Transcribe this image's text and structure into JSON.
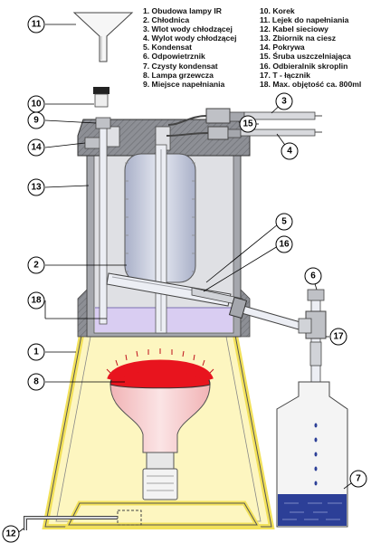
{
  "legend": [
    {
      "num": "1",
      "text": "1. Obudowa lampy IR"
    },
    {
      "num": "2",
      "text": "2. Chłodnica"
    },
    {
      "num": "3",
      "text": "3. Wlot wody chłodzącej"
    },
    {
      "num": "4",
      "text": "4. Wylot wody chłodzącej"
    },
    {
      "num": "5",
      "text": "5. Kondensat"
    },
    {
      "num": "6",
      "text": "6. Odpowietrznik"
    },
    {
      "num": "7",
      "text": "7. Czysty kondensat"
    },
    {
      "num": "8",
      "text": "8. Lampa grzewcza"
    },
    {
      "num": "9",
      "text": "9. Miejsce napełniania"
    },
    {
      "num": "10",
      "text": "10. Korek"
    },
    {
      "num": "11",
      "text": "11. Lejek do napełniania"
    },
    {
      "num": "12",
      "text": "12. Kabel sieciowy"
    },
    {
      "num": "13",
      "text": "13. Zbiornik na ciesz"
    },
    {
      "num": "14",
      "text": "14. Pokrywa"
    },
    {
      "num": "15",
      "text": "15. Śruba uszczelniająca"
    },
    {
      "num": "16",
      "text": "16. Odbieralnik skroplin"
    },
    {
      "num": "17",
      "text": "17. T - łącznik"
    },
    {
      "num": "18",
      "text": "18. Max. objętość ca. 800ml"
    }
  ],
  "callouts": [
    "1",
    "2",
    "3",
    "4",
    "5",
    "6",
    "7",
    "8",
    "9",
    "10",
    "11",
    "12",
    "13",
    "14",
    "15",
    "16",
    "17",
    "18"
  ],
  "colors": {
    "housing_fill": "#fdf6c0",
    "housing_border": "#f2e15a",
    "lamp_red": "#e8141e",
    "lamp_pink": "#f6cccd",
    "glass_blue": "#c7ccde",
    "liquid_lilac": "#d9cdf2",
    "condensate_blue": "#2c3f97",
    "steel": "#9ea0a6"
  }
}
